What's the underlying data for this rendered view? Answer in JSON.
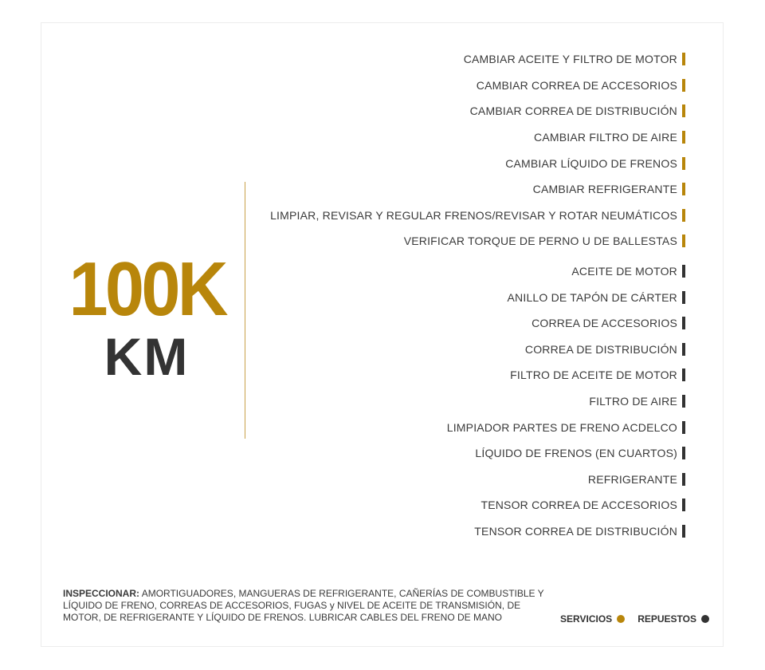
{
  "mileage": {
    "value": "100K",
    "unit": "KM"
  },
  "colors": {
    "services": "#b8860b",
    "parts": "#333333"
  },
  "services": [
    "CAMBIAR ACEITE Y FILTRO DE MOTOR",
    "CAMBIAR CORREA DE ACCESORIOS",
    "CAMBIAR CORREA DE DISTRIBUCIÓN",
    "CAMBIAR FILTRO DE AIRE",
    "CAMBIAR LÍQUIDO DE FRENOS",
    "CAMBIAR REFRIGERANTE",
    "LIMPIAR, REVISAR Y REGULAR FRENOS/REVISAR Y ROTAR NEUMÁTICOS",
    "VERIFICAR TORQUE DE PERNO U DE BALLESTAS"
  ],
  "parts": [
    "ACEITE DE MOTOR",
    "ANILLO DE TAPÓN DE CÁRTER",
    "CORREA DE ACCESORIOS",
    "CORREA DE DISTRIBUCIÓN",
    "FILTRO DE ACEITE DE MOTOR",
    "FILTRO DE AIRE",
    "LIMPIADOR PARTES DE FRENO ACDELCO",
    "LÍQUIDO DE FRENOS (EN CUARTOS)",
    "REFRIGERANTE",
    "TENSOR CORREA DE ACCESORIOS",
    "TENSOR CORREA DE DISTRIBUCIÓN"
  ],
  "inspection": {
    "label": "INSPECCIONAR:",
    "text": " AMORTIGUADORES, MANGUERAS DE REFRIGERANTE, CAÑERÍAS DE COMBUSTIBLE Y LÍQUIDO DE FRENO, CORREAS DE ACCESORIOS, FUGAS y NIVEL DE ACEITE DE TRANSMISIÓN, DE MOTOR, DE REFRIGERANTE Y LÍQUIDO DE FRENOS. LUBRICAR CABLES DEL FRENO DE MANO"
  },
  "legend": {
    "services": "SERVICIOS",
    "parts": "REPUESTOS"
  }
}
